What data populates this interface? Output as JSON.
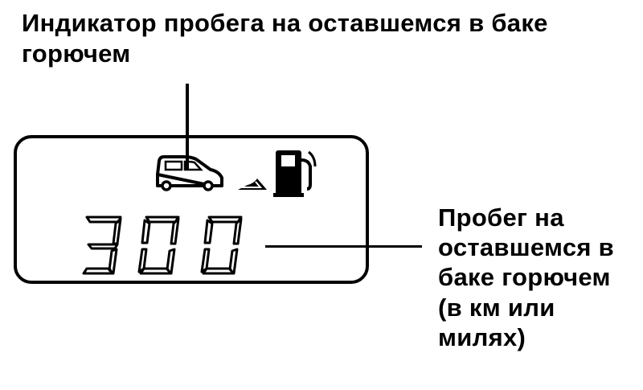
{
  "annotations": {
    "range_indicator_label": "Индикатор пробега на оставшемся в баке горючем",
    "range_value_label_lines": [
      "Пробег на",
      "оставшемся в",
      "баке горючем",
      "(в км или",
      "милях)"
    ]
  },
  "display": {
    "digits": [
      "3",
      "0",
      "0"
    ],
    "icons": [
      "car-icon",
      "arrow-icon",
      "fuel-pump-icon"
    ]
  }
}
